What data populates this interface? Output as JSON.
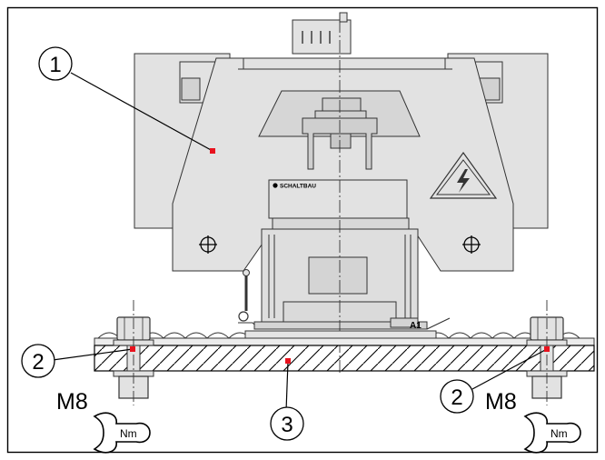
{
  "diagram": {
    "callouts": [
      {
        "id": "1",
        "label": "1"
      },
      {
        "id": "2",
        "label": "2"
      },
      {
        "id": "3",
        "label": "3"
      }
    ],
    "bolt_size_left": "M8",
    "bolt_size_right": "M8",
    "torque_symbol": "Nm",
    "brand_label": "SCHALTBAU",
    "terminal_label": "A1",
    "colors": {
      "housing_fill": "#e2e2e2",
      "housing_stroke": "#333333",
      "callout_marker": "#e8121e",
      "outline": "#000000"
    },
    "icons": [
      "high-voltage-warning-icon",
      "wrench-icon",
      "crosshair-screw-icon"
    ]
  }
}
